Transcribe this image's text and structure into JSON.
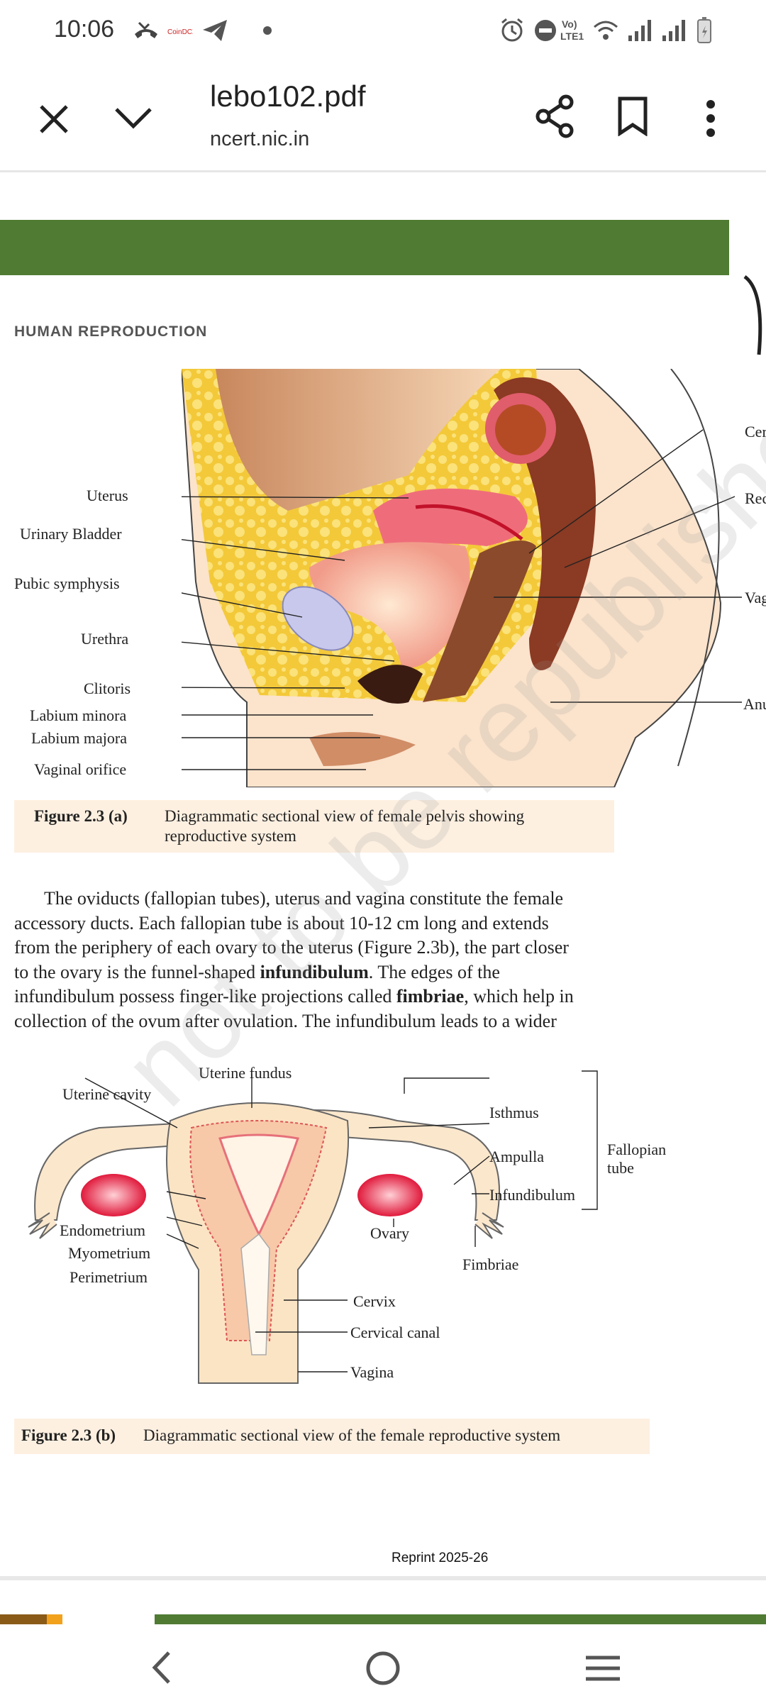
{
  "status_bar": {
    "time": "10:06",
    "icons": [
      "missed-call-icon",
      "coinmarket-icon",
      "telegram-icon",
      "dot-icon",
      "alarm-icon",
      "dnd-icon",
      "volte-icon",
      "wifi-icon",
      "signal-icon",
      "signal-icon",
      "battery-icon"
    ],
    "volte_label": "Vo) LTE1"
  },
  "app_bar": {
    "title": "lebo102.pdf",
    "domain": "ncert.nic.in",
    "icons": [
      "close-icon",
      "chevron-down-icon",
      "share-icon",
      "bookmark-icon",
      "more-vert-icon"
    ]
  },
  "page": {
    "header": "HUMAN REPRODUCTION",
    "figure_a": {
      "caption_bold": "Figure 2.3 (a)",
      "caption_text_line1": "Diagrammatic sectional view of female pelvis showing",
      "caption_text_line2": "reproductive system",
      "left_labels": [
        "Uterus",
        "Urinary Bladder",
        "Pubic symphysis",
        "Urethra",
        "Clitoris",
        "Labium minora",
        "Labium majora",
        "Vaginal orifice"
      ],
      "right_labels_cut": [
        "Cer",
        "Rec",
        "Vag",
        "Anu"
      ]
    },
    "paragraph": {
      "l1": "The oviducts (fallopian tubes), uterus and vagina constitute the female",
      "l2": "accessory ducts. Each fallopian tube is about 10-12 cm long and extends",
      "l3": "from the periphery of each ovary to the uterus (Figure 2.3b), the part closer",
      "l4a": "to the ovary is the funnel-shaped ",
      "l4b": "infundibulum",
      "l4c": ". The edges of the",
      "l5a": "infundibulum possess finger-like projections called ",
      "l5b": "fimbriae",
      "l5c": ", which help in",
      "l6": "collection of the ovum after ovulation. The infundibulum leads to a wider"
    },
    "figure_b": {
      "caption_bold": "Figure 2.3 (b)",
      "caption_text": "Diagrammatic sectional view of the female reproductive system",
      "labels": {
        "uterine_fundus": "Uterine fundus",
        "uterine_cavity": "Uterine cavity",
        "isthmus": "Isthmus",
        "ampulla": "Ampulla",
        "infundibulum": "Infundibulum",
        "fallopian_tube": "Fallopian tube",
        "endometrium": "Endometrium",
        "myometrium": "Myometrium",
        "perimetrium": "Perimetrium",
        "ovary": "Ovary",
        "fimbriae": "Fimbriae",
        "cervix": "Cervix",
        "cervical_canal": "Cervical canal",
        "vagina": "Vagina"
      }
    },
    "watermark": "not to be republished © NCERT",
    "reprint": "Reprint 2025-26"
  },
  "nav_bar": {
    "icons": [
      "back-icon",
      "home-icon",
      "recents-icon"
    ]
  },
  "colors": {
    "green_band": "#4f7b32",
    "caption_bg": "#fdf0e1"
  }
}
